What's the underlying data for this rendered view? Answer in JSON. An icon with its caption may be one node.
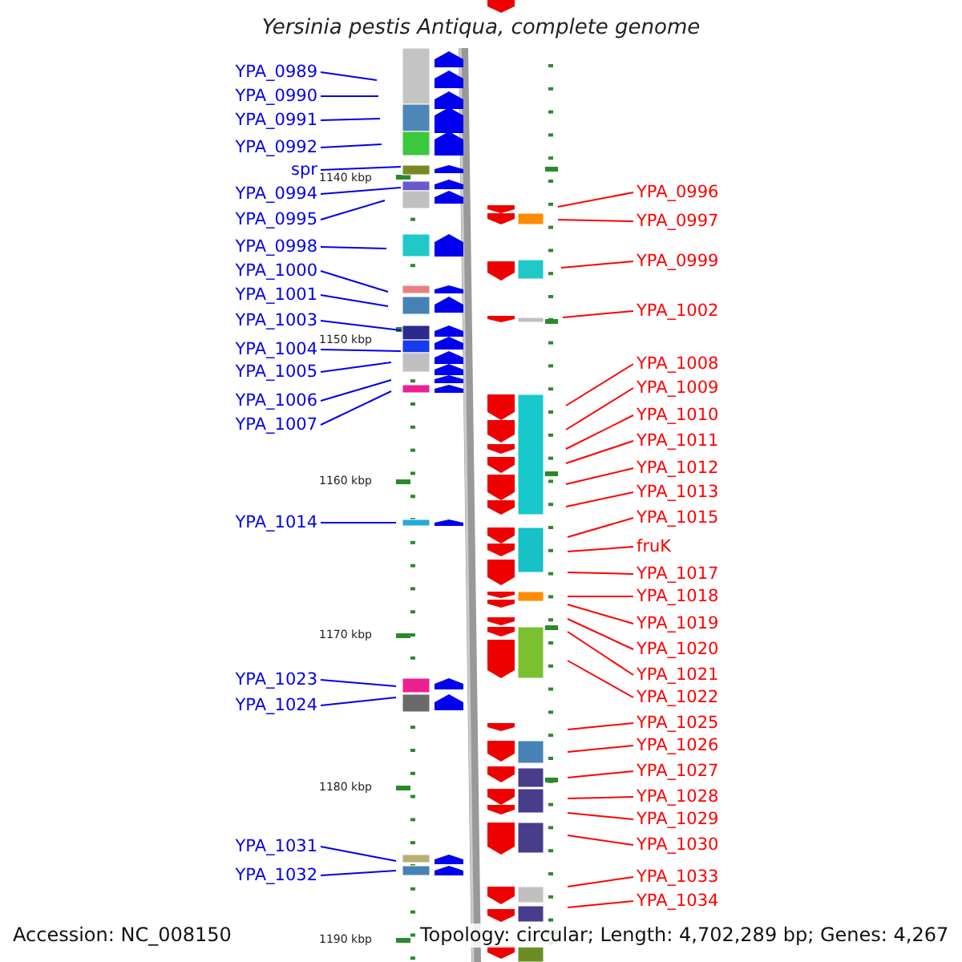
{
  "diagram": {
    "title": "Yersinia pestis Antiqua, complete genome",
    "nodes": [
      {
        "text": [
          "YPA_0989"
        ]
      },
      {
        "text": [
          "YPA_0990"
        ]
      },
      {
        "text": [
          "YPA_0991"
        ]
      },
      {
        "text": [
          "YPA_0992"
        ]
      },
      {
        "text": [
          "spr"
        ]
      },
      {
        "text": [
          "YPA_0994"
        ]
      },
      {
        "text": [
          "YPA_0995"
        ]
      },
      {
        "text": [
          "YPA_0998"
        ]
      },
      {
        "text": [
          "YPA_1000"
        ]
      },
      {
        "text": [
          "YPA_1001"
        ]
      },
      {
        "text": [
          "YPA_1003"
        ]
      },
      {
        "text": [
          "YPA_1004"
        ]
      },
      {
        "text": [
          "YPA_1005"
        ]
      },
      {
        "text": [
          "YPA_1006"
        ]
      },
      {
        "text": [
          "YPA_1007"
        ]
      },
      {
        "text": [
          "YPA_1014"
        ]
      },
      {
        "text": [
          "YPA_1023"
        ]
      },
      {
        "text": [
          "YPA_1024"
        ]
      },
      {
        "text": [
          "YPA_1031"
        ]
      },
      {
        "text": [
          "YPA_1032"
        ]
      },
      {
        "text": [
          "YPA_0996"
        ]
      },
      {
        "text": [
          "YPA_0997"
        ]
      },
      {
        "text": [
          "YPA_0999"
        ]
      },
      {
        "text": [
          "YPA_1002"
        ]
      },
      {
        "text": [
          "YPA_1008"
        ]
      },
      {
        "text": [
          "YPA_1009"
        ]
      },
      {
        "text": [
          "YPA_1010"
        ]
      },
      {
        "text": [
          "YPA_1011"
        ]
      },
      {
        "text": [
          "YPA_1012"
        ]
      },
      {
        "text": [
          "YPA_1013"
        ]
      },
      {
        "text": [
          "YPA_1015"
        ]
      },
      {
        "text": [
          "fruK"
        ]
      },
      {
        "text": [
          "YPA_1017"
        ]
      },
      {
        "text": [
          "YPA_1018"
        ]
      },
      {
        "text": [
          "YPA_1019"
        ]
      },
      {
        "text": [
          "YPA_1020"
        ]
      },
      {
        "text": [
          "YPA_1021"
        ]
      },
      {
        "text": [
          "YPA_1022"
        ]
      },
      {
        "text": [
          "YPA_1025"
        ]
      },
      {
        "text": [
          "YPA_1026"
        ]
      },
      {
        "text": [
          "YPA_1027"
        ]
      },
      {
        "text": [
          "YPA_1028"
        ]
      },
      {
        "text": [
          "YPA_1029"
        ]
      },
      {
        "text": [
          "YPA_1030"
        ]
      },
      {
        "text": [
          "YPA_1033"
        ]
      },
      {
        "text": [
          "YPA_1034"
        ]
      }
    ],
    "edges": [
      {
        "from": 0,
        "to": null,
        "arrow": "none",
        "color": "#0000ee"
      },
      {
        "from": 1,
        "to": null,
        "arrow": "none",
        "color": "#0000ee"
      },
      {
        "from": 2,
        "to": null,
        "arrow": "none",
        "color": "#0000ee"
      },
      {
        "from": 3,
        "to": null,
        "arrow": "none",
        "color": "#0000ee"
      },
      {
        "from": 4,
        "to": null,
        "arrow": "none",
        "color": "#0000ee"
      },
      {
        "from": 5,
        "to": null,
        "arrow": "none",
        "color": "#0000ee"
      },
      {
        "from": 6,
        "to": null,
        "arrow": "none",
        "color": "#0000ee"
      },
      {
        "from": 7,
        "to": null,
        "arrow": "none",
        "color": "#0000ee"
      },
      {
        "from": 8,
        "to": null,
        "arrow": "none",
        "color": "#0000ee"
      },
      {
        "from": 9,
        "to": null,
        "arrow": "none",
        "color": "#0000ee"
      },
      {
        "from": 10,
        "to": null,
        "arrow": "none",
        "color": "#0000ee"
      },
      {
        "from": 11,
        "to": null,
        "arrow": "none",
        "color": "#0000ee"
      },
      {
        "from": 12,
        "to": null,
        "arrow": "none",
        "color": "#0000ee"
      },
      {
        "from": 13,
        "to": null,
        "arrow": "none",
        "color": "#0000ee"
      },
      {
        "from": 14,
        "to": null,
        "arrow": "none",
        "color": "#0000ee"
      },
      {
        "from": 15,
        "to": null,
        "arrow": "none",
        "color": "#0000ee"
      },
      {
        "from": 16,
        "to": null,
        "arrow": "none",
        "color": "#0000ee"
      },
      {
        "from": 17,
        "to": null,
        "arrow": "none",
        "color": "#0000ee"
      },
      {
        "from": 18,
        "to": null,
        "arrow": "none",
        "color": "#0000ee"
      },
      {
        "from": 19,
        "to": null,
        "arrow": "none",
        "color": "#0000ee"
      },
      {
        "from": 20,
        "to": null,
        "arrow": "none",
        "color": "#ff0000"
      },
      {
        "from": 21,
        "to": null,
        "arrow": "none",
        "color": "#ff0000"
      },
      {
        "from": 22,
        "to": null,
        "arrow": "none",
        "color": "#ff0000"
      },
      {
        "from": 23,
        "to": null,
        "arrow": "none",
        "color": "#ff0000"
      },
      {
        "from": 24,
        "to": null,
        "arrow": "none",
        "color": "#ff0000"
      },
      {
        "from": 25,
        "to": null,
        "arrow": "none",
        "color": "#ff0000"
      },
      {
        "from": 26,
        "to": null,
        "arrow": "none",
        "color": "#ff0000"
      },
      {
        "from": 27,
        "to": null,
        "arrow": "none",
        "color": "#ff0000"
      },
      {
        "from": 28,
        "to": null,
        "arrow": "none",
        "color": "#ff0000"
      },
      {
        "from": 29,
        "to": null,
        "arrow": "none",
        "color": "#ff0000"
      },
      {
        "from": 30,
        "to": null,
        "arrow": "none",
        "color": "#ff0000"
      },
      {
        "from": 31,
        "to": null,
        "arrow": "none",
        "color": "#ff0000"
      },
      {
        "from": 32,
        "to": null,
        "arrow": "none",
        "color": "#ff0000"
      },
      {
        "from": 33,
        "to": null,
        "arrow": "none",
        "color": "#ff0000"
      },
      {
        "from": 34,
        "to": null,
        "arrow": "none",
        "color": "#ff0000"
      },
      {
        "from": 35,
        "to": null,
        "arrow": "none",
        "color": "#ff0000"
      },
      {
        "from": 36,
        "to": null,
        "arrow": "none",
        "color": "#ff0000"
      },
      {
        "from": 37,
        "to": null,
        "arrow": "none",
        "color": "#ff0000"
      },
      {
        "from": 38,
        "to": null,
        "arrow": "none",
        "color": "#ff0000"
      },
      {
        "from": 39,
        "to": null,
        "arrow": "none",
        "color": "#ff0000"
      },
      {
        "from": 40,
        "to": null,
        "arrow": "none",
        "color": "#ff0000"
      },
      {
        "from": 41,
        "to": null,
        "arrow": "none",
        "color": "#ff0000"
      },
      {
        "from": 42,
        "to": null,
        "arrow": "none",
        "color": "#ff0000"
      },
      {
        "from": 43,
        "to": null,
        "arrow": "none",
        "color": "#ff0000"
      },
      {
        "from": 44,
        "to": null,
        "arrow": "none",
        "color": "#ff0000"
      },
      {
        "from": 45,
        "to": null,
        "arrow": "none",
        "color": "#ff0000"
      }
    ],
    "labels": [
      "1140 kbp",
      "1150 kbp",
      "1160 kbp",
      "1170 kbp",
      "1180 kbp",
      "1190 kbp",
      "Accession: NC_008150",
      "Topology: circular; Length: 4,702,289 bp; Genes: 4,267"
    ]
  }
}
